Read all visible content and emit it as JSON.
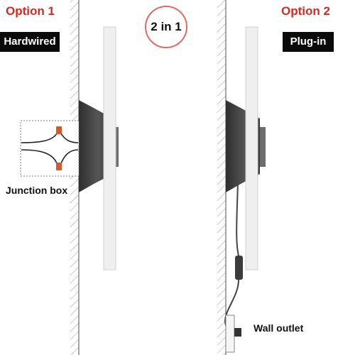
{
  "option1": {
    "title": "Option 1",
    "mode": "Hardwired"
  },
  "option2": {
    "title": "Option 2",
    "mode": "Plug-in"
  },
  "badge": "2 in 1",
  "labels": {
    "junction_box": "Junction box",
    "wall_outlet": "Wall outlet"
  },
  "colors": {
    "accent_red": "#d42a1f",
    "tag_black": "#0a0a0a",
    "wall_line": "#6a6a6a",
    "panel": "#ececec",
    "canopy": "#4a4a4a",
    "wire_tip": "#d9572b"
  }
}
